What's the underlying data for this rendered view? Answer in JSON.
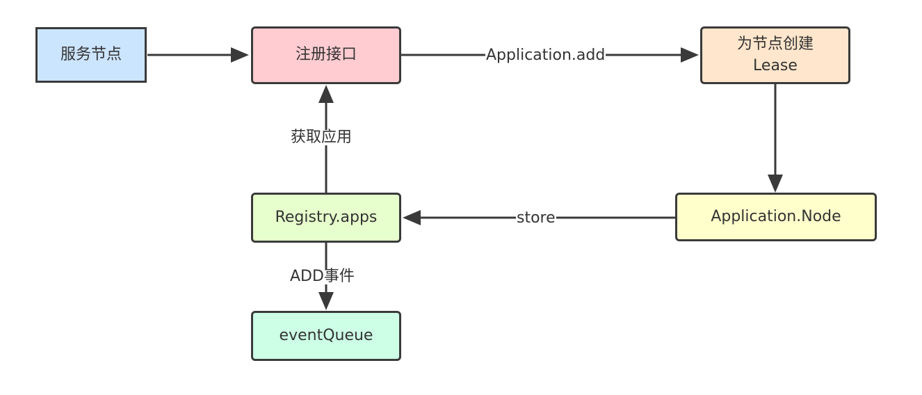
{
  "nodes": {
    "service_node": {
      "label": "服务节点",
      "color": "#cce5ff"
    },
    "register_api": {
      "label": "注册接口",
      "color": "#ffccd1"
    },
    "create_lease": {
      "label": "为节点创建\nLease",
      "color": "#ffe6cc"
    },
    "application_node": {
      "label": "Application.Node",
      "color": "#ffffcc"
    },
    "registry_apps": {
      "label": "Registry.apps",
      "color": "#e6ffcc"
    },
    "event_queue": {
      "label": "eventQueue",
      "color": "#ccffe6"
    }
  },
  "edges": {
    "application_add": "Application.add",
    "store": "store",
    "get_app": "获取应用",
    "add_event": "ADD事件"
  },
  "colors": {
    "stroke": "#3a3a3a",
    "text": "#333333"
  }
}
